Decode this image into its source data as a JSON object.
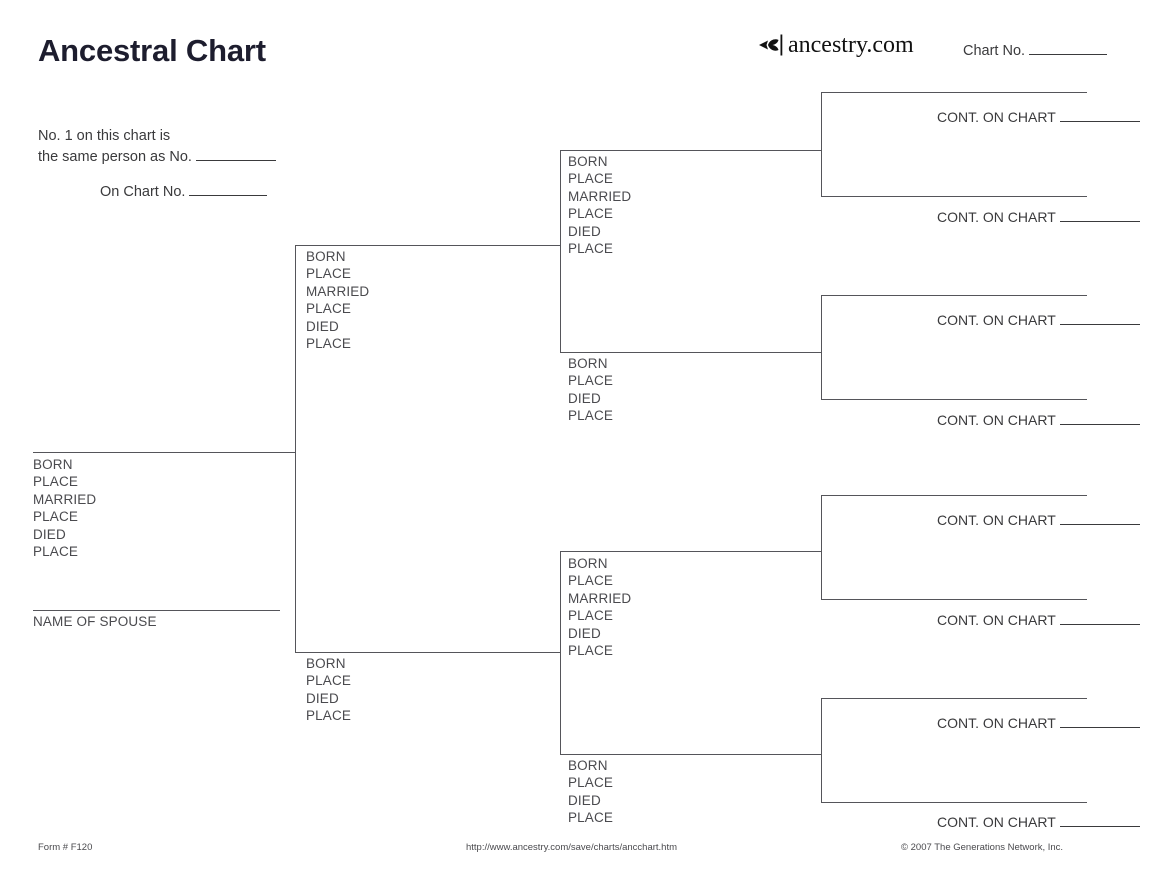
{
  "header": {
    "title": "Ancestral Chart",
    "logo_icon": "ancestry-leaf-icon",
    "logo_text": "ancestry.com",
    "chart_no_label": "Chart No."
  },
  "note": {
    "line1": "No. 1 on this chart is",
    "line2": "the same person as No.",
    "line3": "On Chart No."
  },
  "person1": {
    "fields": [
      "BORN",
      "PLACE",
      "MARRIED",
      "PLACE",
      "DIED",
      "PLACE"
    ],
    "spouse_label": "NAME OF SPOUSE"
  },
  "generation2": [
    {
      "fields": [
        "BORN",
        "PLACE",
        "MARRIED",
        "PLACE",
        "DIED",
        "PLACE"
      ]
    },
    {
      "fields": [
        "BORN",
        "PLACE",
        "DIED",
        "PLACE"
      ]
    }
  ],
  "generation3": [
    {
      "fields": [
        "BORN",
        "PLACE",
        "MARRIED",
        "PLACE",
        "DIED",
        "PLACE"
      ]
    },
    {
      "fields": [
        "BORN",
        "PLACE",
        "DIED",
        "PLACE"
      ]
    },
    {
      "fields": [
        "BORN",
        "PLACE",
        "MARRIED",
        "PLACE",
        "DIED",
        "PLACE"
      ]
    },
    {
      "fields": [
        "BORN",
        "PLACE",
        "DIED",
        "PLACE"
      ]
    }
  ],
  "generation4": [
    {
      "cont_label": "CONT. ON CHART"
    },
    {
      "cont_label": "CONT. ON CHART"
    },
    {
      "cont_label": "CONT. ON CHART"
    },
    {
      "cont_label": "CONT. ON CHART"
    },
    {
      "cont_label": "CONT. ON CHART"
    },
    {
      "cont_label": "CONT. ON CHART"
    },
    {
      "cont_label": "CONT. ON CHART"
    },
    {
      "cont_label": "CONT. ON CHART"
    }
  ],
  "footer": {
    "form": "Form # F120",
    "url": "http://www.ancestry.com/save/charts/ancchart.htm",
    "copyright": "© 2007 The Generations Network, Inc."
  },
  "colors": {
    "ink": "#3a3a3c",
    "rule": "#55555a",
    "title": "#1d1d2e",
    "paper": "#ffffff"
  }
}
